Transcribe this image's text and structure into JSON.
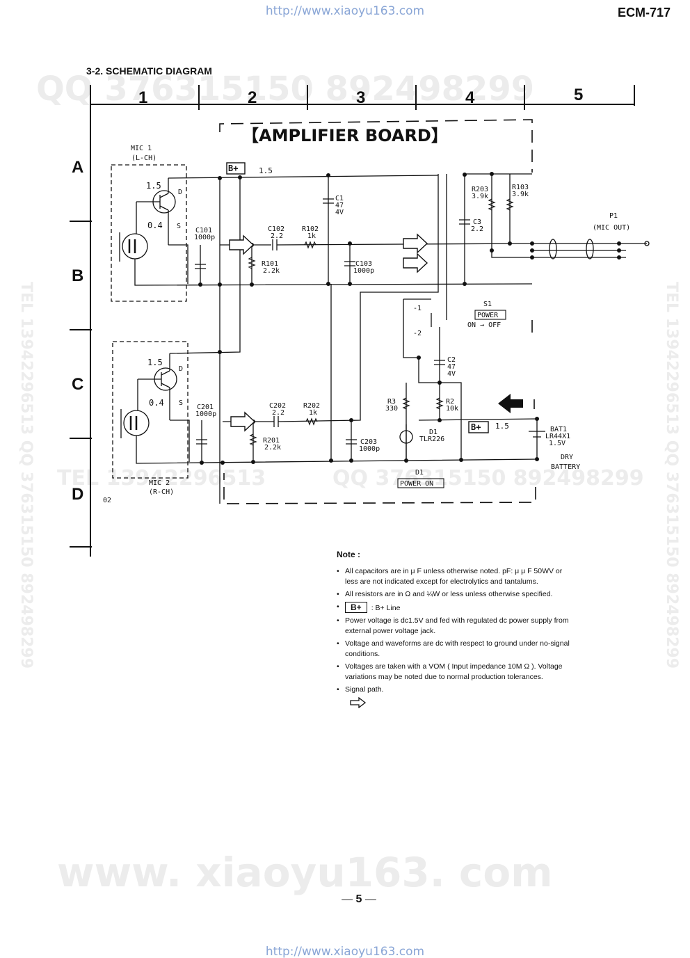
{
  "header": {
    "url_top": "http://www.xiaoyu163.com",
    "model": "ECM-717",
    "section_title": "3-2. SCHEMATIC DIAGRAM"
  },
  "grid": {
    "columns": [
      "1",
      "2",
      "3",
      "4",
      "5"
    ],
    "rows": [
      "A",
      "B",
      "C",
      "D"
    ]
  },
  "watermarks": {
    "qq_top": "QQ 376315150 892498299",
    "tel_mid": "TEL 13942296513",
    "qq_mid": "QQ 376315150 892498299",
    "www": "www. xiaoyu163. com",
    "side_left": "TEL 13942296513 QQ 376315150 892498299",
    "side_right": "TEL 13942296513 QQ 376315150 892498299"
  },
  "schematic": {
    "board_title": "【AMPLIFIER BOARD】",
    "bplus": "B+",
    "v_1_5": "1.5",
    "v_0_4": "0.4",
    "mic1_name": "MIC 1",
    "mic1_ch": "(L-CH)",
    "mic2_name": "MIC 2",
    "mic2_ch": "(R-CH)",
    "d": "D",
    "s": "S",
    "c101": "C101",
    "c101_v": "1000p",
    "c201": "C201",
    "c201_v": "1000p",
    "c102": "C102",
    "c102_v": "2.2",
    "c202": "C202",
    "c202_v": "2.2",
    "r102": "R102",
    "r102_v": "1k",
    "r202": "R202",
    "r202_v": "1k",
    "r101": "R101",
    "r101_v": "2.2k",
    "r201": "R201",
    "r201_v": "2.2k",
    "c103": "C103",
    "c103_v": "1000p",
    "c203": "C203",
    "c203_v": "1000p",
    "c1": "C1",
    "c1_v1": "47",
    "c1_v2": "4V",
    "c2": "C2",
    "c2_v1": "47",
    "c2_v2": "4V",
    "c3": "C3",
    "c3_v": "2.2",
    "r203": "R203",
    "r203_v": "3.9k",
    "r103": "R103",
    "r103_v": "3.9k",
    "r3": "R3",
    "r3_v": "330",
    "r2": "R2",
    "r2_v": "10k",
    "p1": "P1",
    "p1_label": "(MIC OUT)",
    "s1": "S1",
    "s1_label": "POWER",
    "s1_onoff": "ON → OFF",
    "s1_pos1": "-1",
    "s1_pos2": "-2",
    "d1": "D1",
    "d1_part": "TLR226",
    "d1_bottom": "D1",
    "power_on": "POWER ON",
    "bat1": "BAT1",
    "bat1_part": "LR44X1",
    "bat1_v": "1.5V",
    "dry1": "DRY",
    "dry2": "BATTERY",
    "ref02": "02"
  },
  "notes": {
    "title": "Note :",
    "items": [
      "All capacitors are in μ F unless otherwise noted. pF: μ μ F 50WV or less are not indicated except for electrolytics and tantalums.",
      "All resistors are in Ω and ¼W or less unless otherwise specified.",
      "Power voltage is dc1.5V and fed with regulated dc power supply from external power voltage jack.",
      "Voltage and waveforms are dc with respect to ground under no-signal conditions.",
      "Voltages are taken with a VOM ( Input impedance 10M Ω ). Voltage variations may be noted due to normal production tolerances.",
      "Signal path."
    ],
    "bplus_box": "B+",
    "bplus_text": ": B+ Line"
  },
  "footer": {
    "page_number": "5",
    "url_bottom": "http://www.xiaoyu163.com"
  }
}
